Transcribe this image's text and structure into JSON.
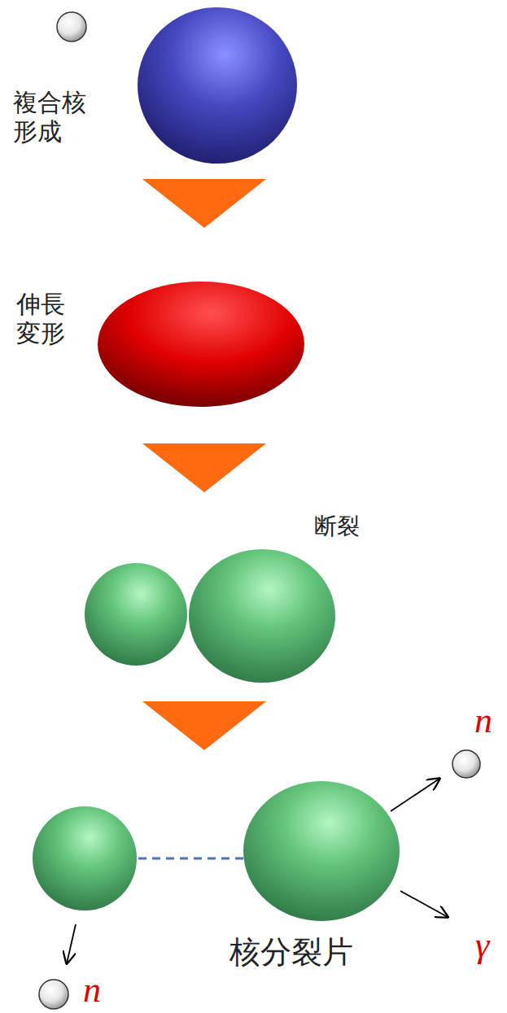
{
  "diagram": {
    "labels": [
      "複合核 形成",
      "伸長 変形",
      "断裂",
      "n",
      "γ",
      "核分裂片",
      "n"
    ]
  }
}
